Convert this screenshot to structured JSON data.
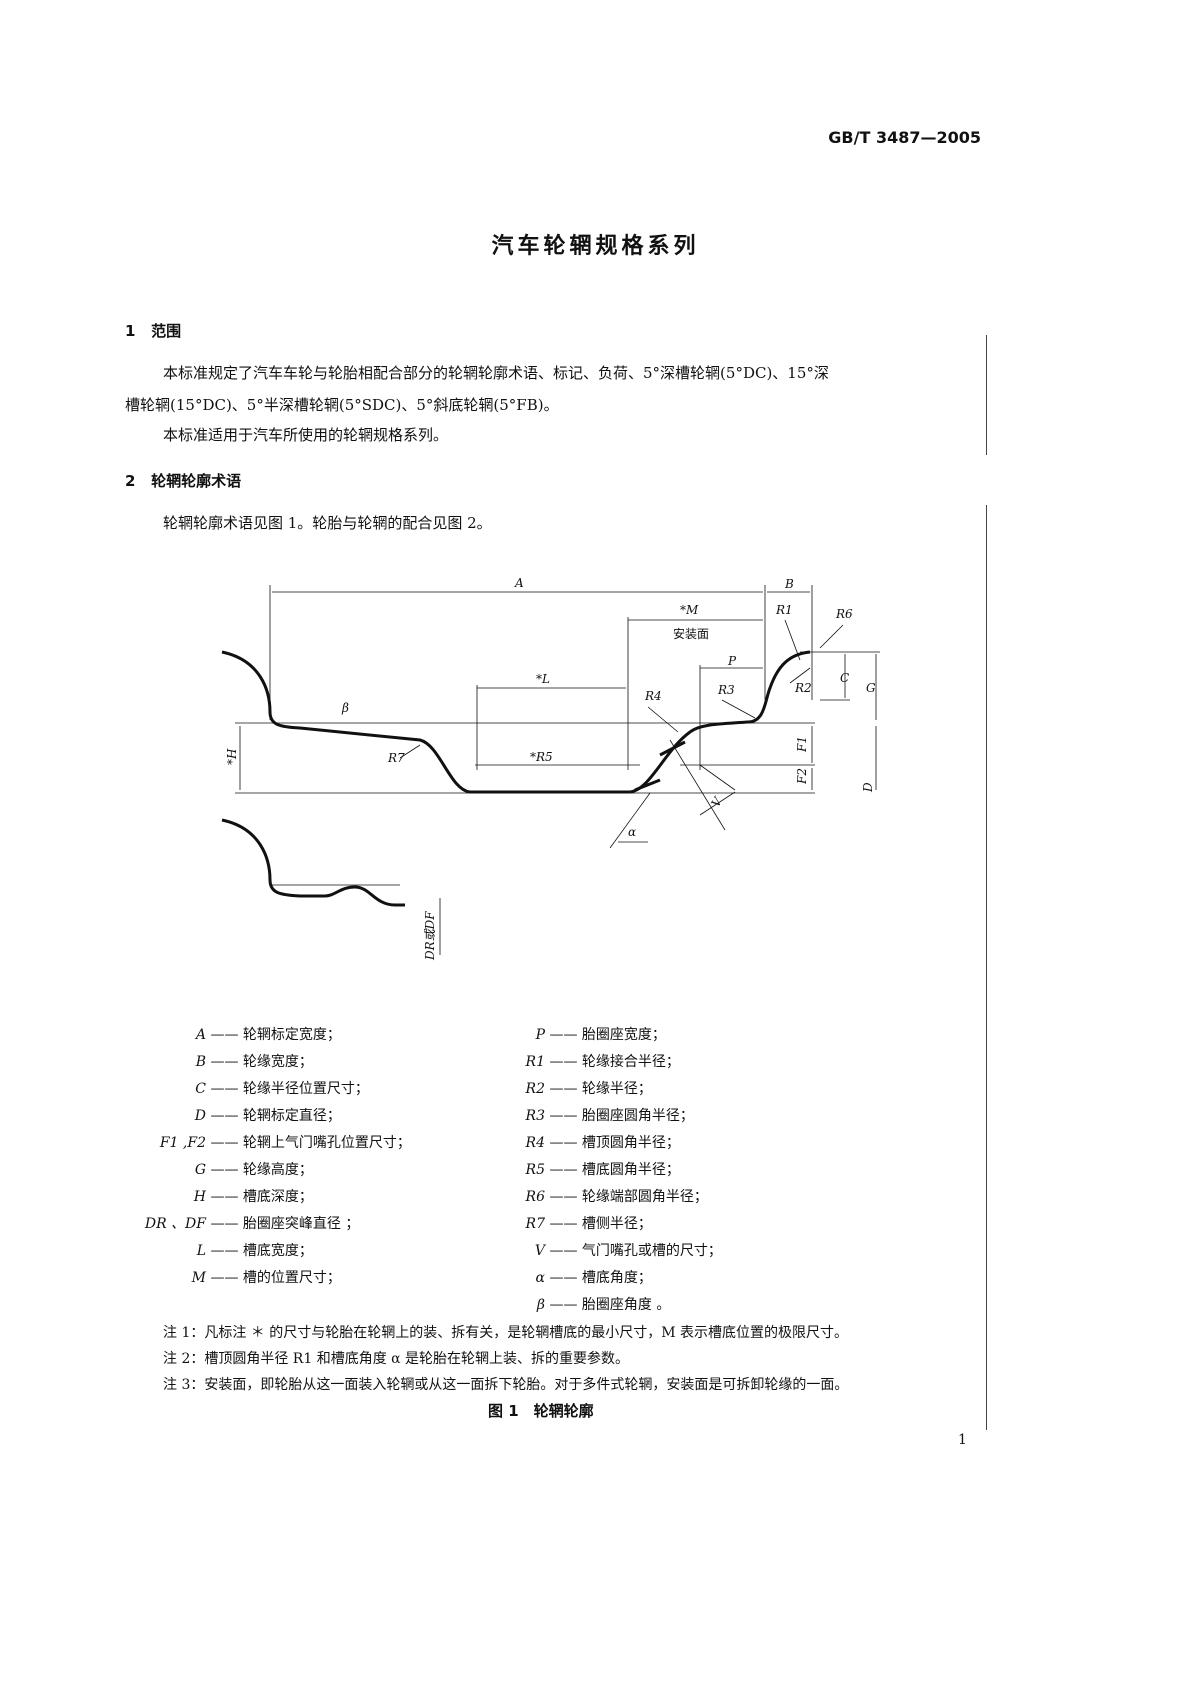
{
  "header": {
    "standard_no": "GB/T 3487—2005"
  },
  "title": "汽车轮辋规格系列",
  "sections": [
    {
      "num": "1",
      "heading": "范围",
      "paras": [
        "本标准规定了汽车车轮与轮胎相配合部分的轮辋轮廓术语、标记、负荷、5°深槽轮辋(5°DC)、15°深",
        "槽轮辋(15°DC)、5°半深槽轮辋(5°SDC)、5°斜底轮辋(5°FB)。",
        "本标准适用于汽车所使用的轮辋规格系列。"
      ]
    },
    {
      "num": "2",
      "heading": "轮辋轮廓术语",
      "paras": [
        "轮辋轮廓术语见图 1。轮胎与轮辋的配合见图 2。"
      ]
    }
  ],
  "figure": {
    "labels": {
      "A": "A",
      "B": "B",
      "M": "*M",
      "mount_face": "安装面",
      "R1": "R1",
      "R6": "R6",
      "P": "P",
      "L": "*L",
      "R4": "R4",
      "R3": "R3",
      "R2": "R2",
      "C": "C",
      "G": "G",
      "beta": "β",
      "H": "*H",
      "R7": "R7",
      "R5": "*R5",
      "F1": "F1",
      "F2": "F2",
      "D": "D",
      "V": "V",
      "alpha": "α",
      "DR_DF": "DR或DF"
    },
    "legend_left": [
      {
        "sym": "A",
        "desc": "—— 轮辋标定宽度；"
      },
      {
        "sym": "B",
        "desc": "—— 轮缘宽度；"
      },
      {
        "sym": "C",
        "desc": "—— 轮缘半径位置尺寸；"
      },
      {
        "sym": "D",
        "desc": "—— 轮辋标定直径；"
      },
      {
        "sym": "F1 ,F2",
        "desc": "—— 轮辋上气门嘴孔位置尺寸；"
      },
      {
        "sym": "G",
        "desc": "—— 轮缘高度；"
      },
      {
        "sym": "H",
        "desc": "—— 槽底深度；"
      },
      {
        "sym": "DR 、DF",
        "desc": "—— 胎圈座突峰直径 ；"
      },
      {
        "sym": "L",
        "desc": "—— 槽底宽度；"
      },
      {
        "sym": "M",
        "desc": "—— 槽的位置尺寸；"
      }
    ],
    "legend_right": [
      {
        "sym": "P",
        "desc": "—— 胎圈座宽度；"
      },
      {
        "sym": "R1",
        "desc": "—— 轮缘接合半径；"
      },
      {
        "sym": "R2",
        "desc": "—— 轮缘半径；"
      },
      {
        "sym": "R3",
        "desc": "—— 胎圈座圆角半径；"
      },
      {
        "sym": "R4",
        "desc": "—— 槽顶圆角半径；"
      },
      {
        "sym": "R5",
        "desc": "—— 槽底圆角半径；"
      },
      {
        "sym": "R6",
        "desc": "—— 轮缘端部圆角半径；"
      },
      {
        "sym": "R7",
        "desc": "—— 槽侧半径；"
      },
      {
        "sym": "V",
        "desc": "—— 气门嘴孔或槽的尺寸；"
      },
      {
        "sym": "α",
        "desc": "—— 槽底角度；"
      },
      {
        "sym": "β",
        "desc": "—— 胎圈座角度 。"
      }
    ],
    "notes": [
      "注 1：凡标注 ＊ 的尺寸与轮胎在轮辋上的装、拆有关，是轮辋槽底的最小尺寸，M 表示槽底位置的极限尺寸。",
      "注 2：槽顶圆角半径 R1 和槽底角度 α 是轮胎在轮辋上装、拆的重要参数。",
      "注 3：安装面，即轮胎从这一面装入轮辋或从这一面拆下轮胎。对于多件式轮辋，安装面是可拆卸轮缘的一面。"
    ],
    "caption": "图 1　轮辋轮廓"
  },
  "page_number": "1"
}
